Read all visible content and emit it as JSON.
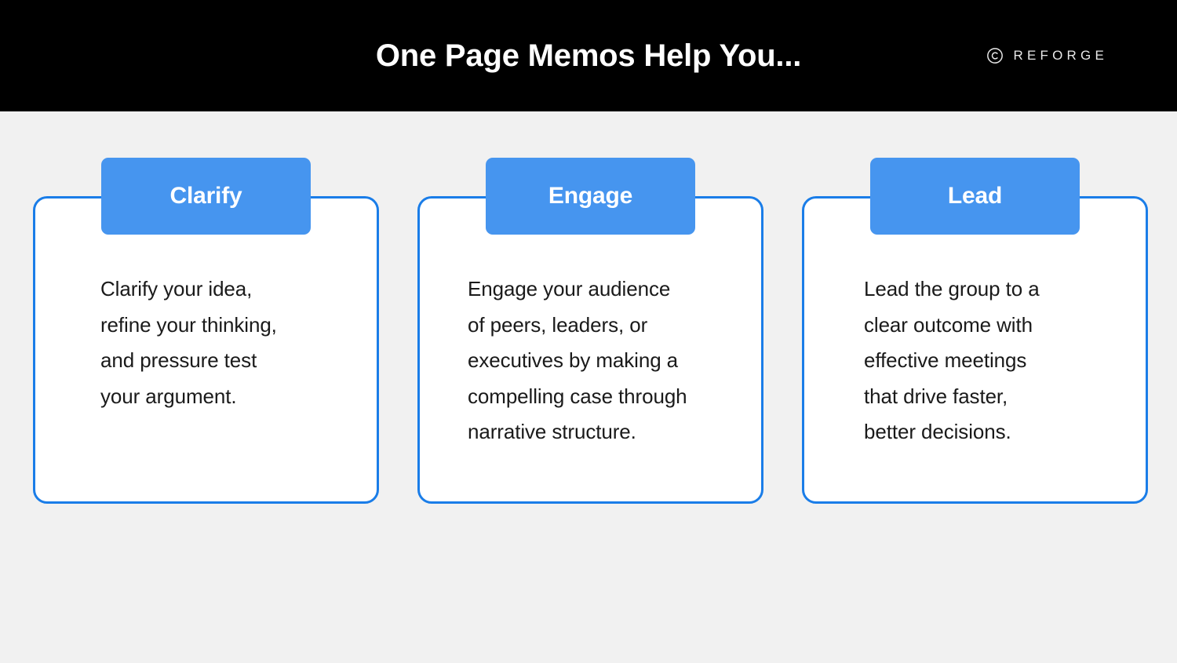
{
  "header": {
    "title": "One Page Memos Help You...",
    "brand_name": "REFORGE",
    "brand_icon": "circled-c-icon",
    "background_color": "#000000",
    "text_color": "#ffffff"
  },
  "theme": {
    "page_background": "#f1f1f1",
    "card_background": "#ffffff",
    "card_border_color": "#1a7de8",
    "tab_color": "#4695ef",
    "tab_text_color": "#ffffff",
    "body_text_color": "#1a1a1a"
  },
  "cards": [
    {
      "tab_label": "Clarify",
      "text": "Clarify your idea,\nrefine your thinking,\nand pressure test\nyour argument."
    },
    {
      "tab_label": "Engage",
      "text": "Engage your audience\nof peers, leaders, or\nexecutives by making a\ncompelling case through\nnarrative structure."
    },
    {
      "tab_label": "Lead",
      "text": "Lead the group to a\nclear outcome with\neffective meetings\nthat drive faster,\nbetter decisions."
    }
  ]
}
